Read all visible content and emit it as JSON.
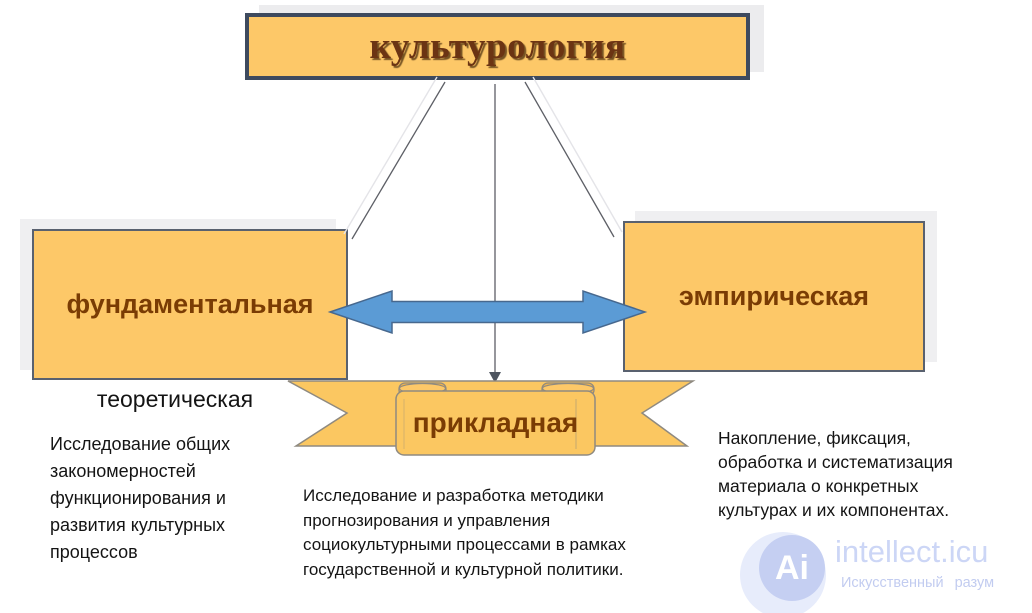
{
  "diagram": {
    "title": "культурология",
    "nodes": {
      "fundamental": {
        "label": "фундаментальная"
      },
      "empirical": {
        "label": "эмпирическая"
      },
      "applied": {
        "label": "прикладная"
      }
    },
    "left_section": {
      "heading": "теоретическая",
      "description": "Исследование общих\nзакономерностей\nфункционирования и\nразвития культурных\nпроцессов"
    },
    "middle_section": {
      "description": "Исследование и разработка методики\nпрогнозирования и управления\nсоциокультурными процессами в рамках\nгосударственной и культурной политики."
    },
    "right_section": {
      "description": "Накопление, фиксация,\nобработка и систематизация\nматериала о конкретных\nкультурах и их компонентах."
    },
    "colors": {
      "box_fill": "#fdc868",
      "title_border": "#3e4a5e",
      "box_border": "#59616f",
      "arrow_blue": "#5b9bd5",
      "text_brown": "#7a3c04",
      "connector_gray": "#5d5f66",
      "watermark_blue": "#ccd6f6"
    }
  },
  "watermark": {
    "logo_icon": "ai-circle-icon",
    "logo_text": "Ai",
    "site": "intellect.icu",
    "tagline": "Искусственный разум"
  }
}
